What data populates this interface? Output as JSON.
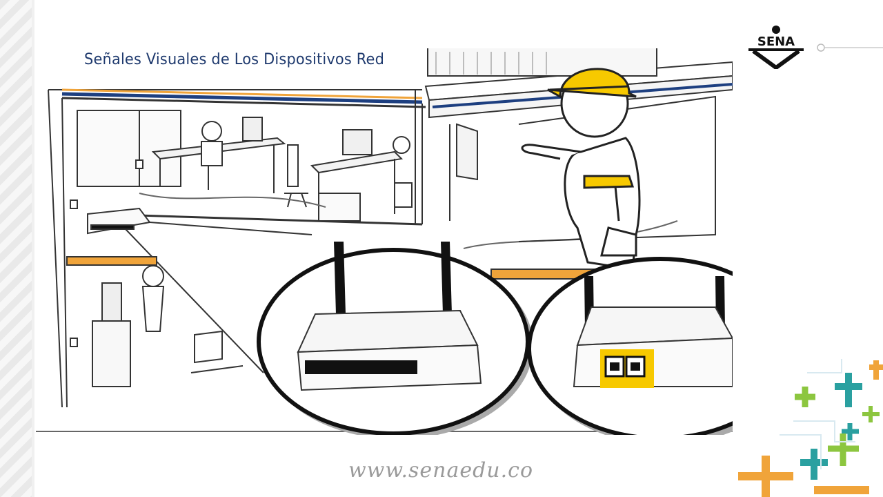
{
  "slide": {
    "title": "Señales Visuales de Los Dispositivos Red",
    "logo_text": "SENA",
    "footer_url": "www.senaedu.co"
  },
  "colors": {
    "title": "#1f3a6e",
    "highlight": "#f7c900",
    "beam": "#f0a43a",
    "duct": "#1d3f80"
  },
  "icons": [
    "router-front-icon",
    "router-back-icon",
    "worker-figure-icon",
    "sena-logo-icon"
  ]
}
